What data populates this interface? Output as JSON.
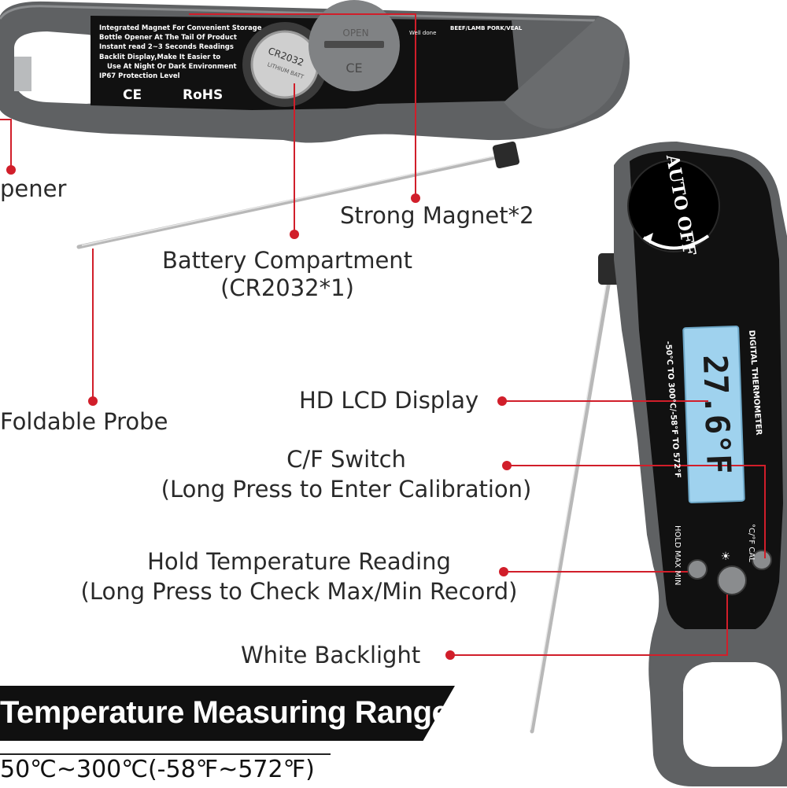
{
  "device": {
    "features": [
      "Integrated Magnet For Convenient Storage",
      "Bottle Opener At The Tail Of Product",
      "Instant read 2~3 Seconds Readings",
      "Backlit Display,Make It Easier to",
      "Use At Night Or Dark Environment",
      "IP67 Protection Level"
    ],
    "ce_mark": "CE",
    "rohs_mark": "RoHS",
    "battery_text": "CR2032",
    "battery_sub": "LITHIUM BATT",
    "cover_open": "OPEN",
    "cover_ce": "CE",
    "doneness_header": "Well done",
    "meat_header": "BEEF/LAMB PORK/VEAL",
    "auto_off": "AUTO OFF",
    "lcd_reading": "27.6°F",
    "side_text": "DIGITAL THERMOMETER",
    "range_side": "-50°C TO 300°C/-58°F TO 572°F",
    "btn_hold": "HOLD MAX MIN",
    "btn_cf": "°C/°F CAL",
    "lcd_color": "#9fd2ee",
    "body_color": "#5f6163",
    "accent_color": "#d11e2a"
  },
  "callouts": {
    "opener": "pener",
    "magnet": "Strong Magnet*2",
    "battery_line1": "Battery Compartment",
    "battery_line2": "(CR2032*1)",
    "probe": "Foldable Probe",
    "lcd": "HD LCD Display",
    "cf_line1": "C/F Switch",
    "cf_line2": "(Long Press to Enter Calibration)",
    "hold_line1": "Hold Temperature Reading",
    "hold_line2": "(Long Press to Check Max/Min Record)",
    "backlight": "White Backlight"
  },
  "banner": {
    "title": "Temperature Measuring Range",
    "range": "50℃~300℃(-58℉~572℉)"
  }
}
